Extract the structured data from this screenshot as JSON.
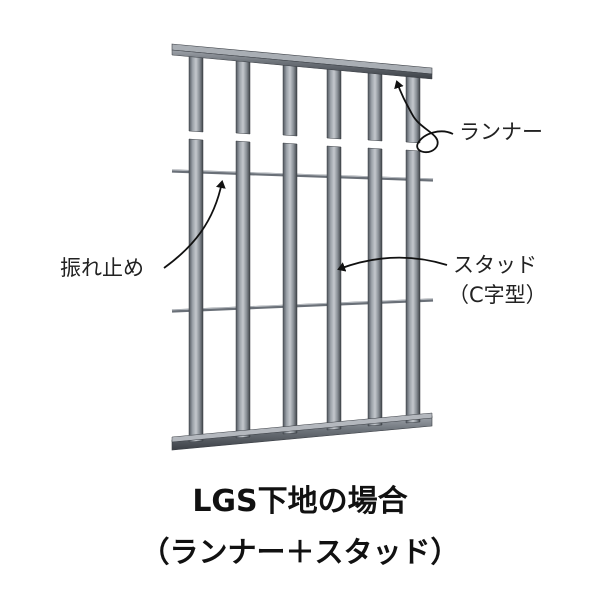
{
  "labels": {
    "runner": "ランナー",
    "vibration_brace": "振れ止め",
    "stud": "スタッド",
    "stud_type": "（C字型）"
  },
  "caption": {
    "line1": "LGS下地の場合",
    "line2": "（ランナー＋スタッド）"
  },
  "colors": {
    "metal_light": "#b9bdc3",
    "metal_mid": "#8e949b",
    "metal_dark": "#5e646b",
    "metal_shadow": "#3f4349",
    "arrow": "#111111",
    "text": "#222222"
  }
}
